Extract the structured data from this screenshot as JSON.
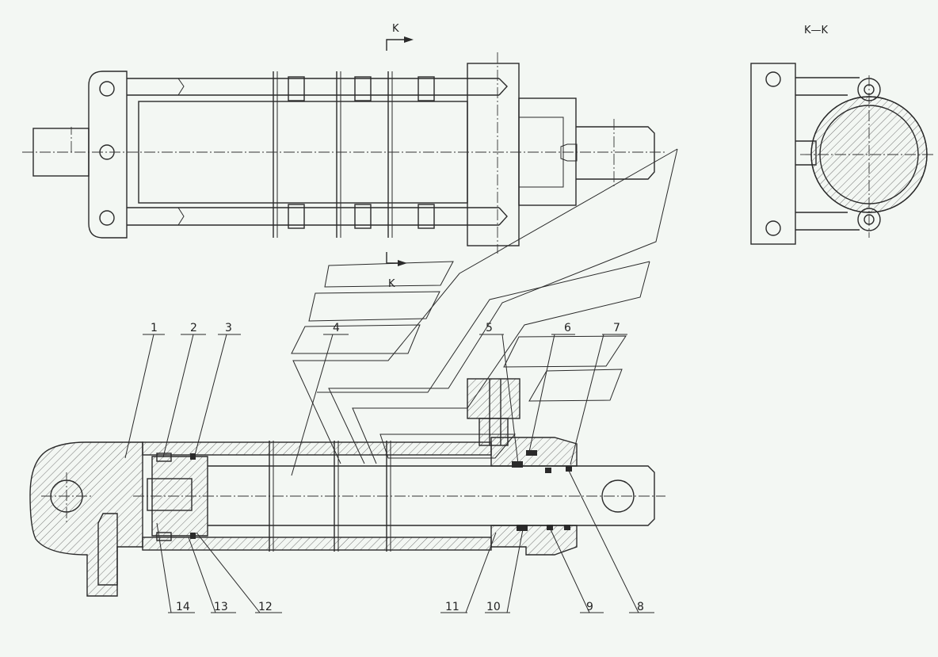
{
  "section_marks": {
    "top_k": "K",
    "bottom_k": "K",
    "view_title": "K—K"
  },
  "part_labels": [
    {
      "id": "1",
      "text": "1"
    },
    {
      "id": "2",
      "text": "2"
    },
    {
      "id": "3",
      "text": "3"
    },
    {
      "id": "4",
      "text": "4"
    },
    {
      "id": "5",
      "text": "5"
    },
    {
      "id": "6",
      "text": "6"
    },
    {
      "id": "7",
      "text": "7"
    },
    {
      "id": "8",
      "text": "8"
    },
    {
      "id": "9",
      "text": "9"
    },
    {
      "id": "10",
      "text": "10"
    },
    {
      "id": "11",
      "text": "11"
    },
    {
      "id": "12",
      "text": "12"
    },
    {
      "id": "13",
      "text": "13"
    },
    {
      "id": "14",
      "text": "14"
    }
  ],
  "colors": {
    "background": "#f3f7f3",
    "line": "#2a2a2a"
  }
}
